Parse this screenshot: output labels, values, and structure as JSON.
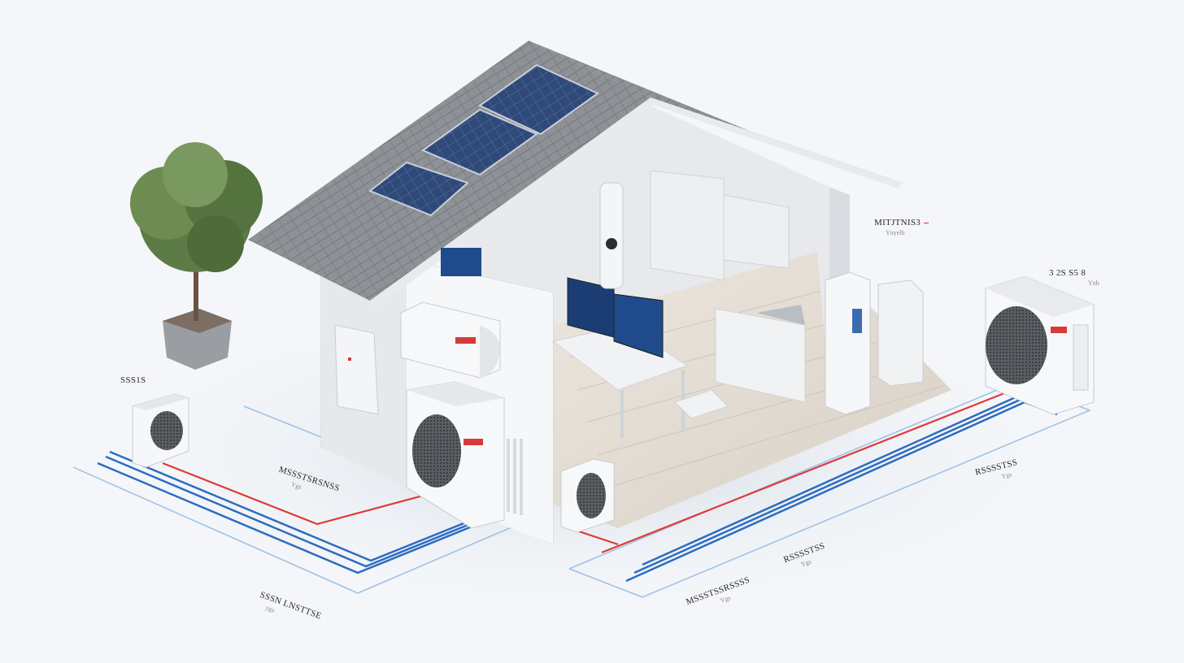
{
  "labels": {
    "upper_right": {
      "main": "MITJTNIS3",
      "sub": "Ynyelb"
    },
    "far_right": {
      "main": "3 2S S5 8",
      "sub": "Ynb"
    },
    "left_outdoor": {
      "main": "SSS1S",
      "sub": ""
    },
    "left_mid": {
      "main": "MSSSTSRSNSS",
      "sub": "Ygs"
    },
    "right_mid": {
      "main": "RSSSSTSS",
      "sub": "Ygs"
    },
    "bottom_left": {
      "main": "SSSN LNSTTSE",
      "sub": "ygs"
    },
    "bottom_center": {
      "main": "MSSSTSSRSSSS",
      "sub": "Ygs"
    },
    "bottom_center2": {
      "main": "RSSSSTSS",
      "sub": "Ygs"
    }
  },
  "colors": {
    "hot_line": "#e03a3a",
    "cold_line": "#2d6cc0",
    "guide_line": "#9cc0e6",
    "wall": "#eceef1",
    "roof": "#8d9196",
    "solar": "#34507f"
  }
}
